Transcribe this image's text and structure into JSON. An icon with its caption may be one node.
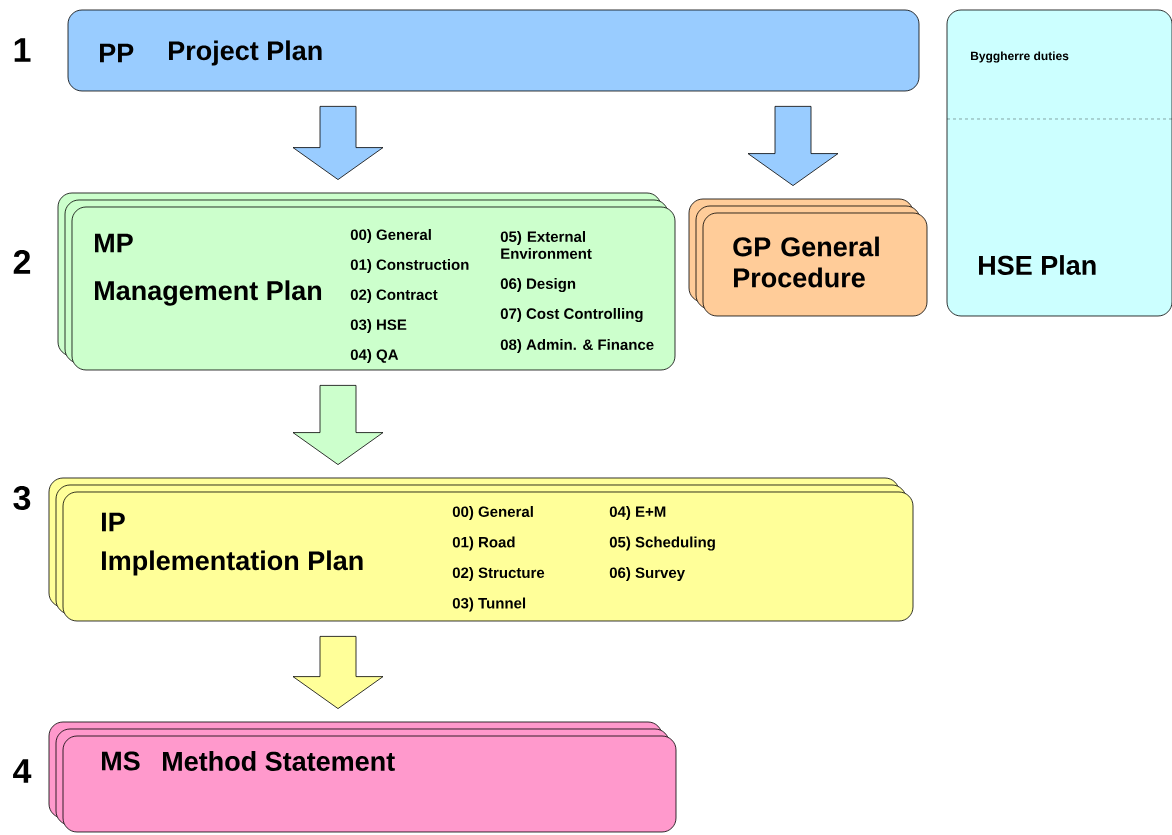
{
  "diagram": {
    "nodes": [
      {
        "text": [
          "PP",
          "Project Plan"
        ]
      },
      {
        "text": [
          "Byggherre duties",
          "HSE Plan"
        ]
      },
      {
        "text": [
          "MP",
          "Management Plan",
          "00) General",
          "01) Construction",
          "02) Contract",
          "03) HSE",
          "04) QA",
          "05) External Environment",
          "06) Design",
          "07) Cost Controlling",
          "08) Admin. & Finance"
        ]
      },
      {
        "text": [
          "GP General Procedure"
        ]
      },
      {
        "text": [
          "IP",
          "Implementation Plan",
          "00) General",
          "01) Road",
          "02) Structure",
          "03) Tunnel",
          "04) E+M",
          "05) Scheduling",
          "06) Survey"
        ]
      },
      {
        "text": [
          "MS",
          "Method Statement"
        ]
      }
    ],
    "edges": [
      {
        "from": 0,
        "to": 2,
        "arrow": "to",
        "color": "#99ccff"
      },
      {
        "from": 0,
        "to": 3,
        "arrow": "to",
        "color": "#99ccff"
      },
      {
        "from": 2,
        "to": 4,
        "arrow": "to",
        "color": "#ccffcc"
      },
      {
        "from": 4,
        "to": 5,
        "arrow": "to",
        "color": "#ffff99"
      }
    ],
    "labels": [
      "1",
      "2",
      "3",
      "4"
    ]
  }
}
